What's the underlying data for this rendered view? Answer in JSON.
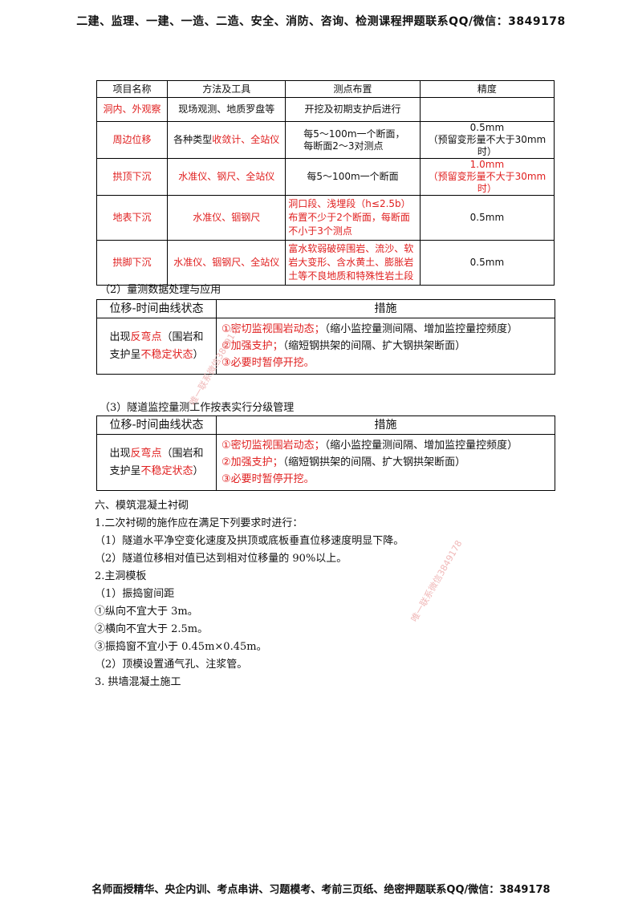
{
  "header": "二建、监理、一建、一造、二造、安全、消防、咨询、检测课程押题联系QQ/微信：3849178",
  "footer": "名师面授精华、央企内训、考点串讲、习题模考、考前三页纸、绝密押题联系QQ/微信：3849178",
  "table1": {
    "headers": [
      "项目名称",
      "方法及工具",
      "测点布置",
      "精度"
    ],
    "rows": [
      {
        "name": "洞内、外观察",
        "tool": "现场观测、地质罗盘等",
        "point": "开挖及初期支护后进行",
        "precision": "",
        "precision2": ""
      },
      {
        "name": "周边位移",
        "tool_a": "各种类型",
        "tool_b": "收敛计、全站仪",
        "point": "每5～100m一个断面，",
        "point2": "每断面2～3对测点",
        "precision": "0.5mm",
        "precision2": "（预留变形量不大于30mm时）"
      },
      {
        "name": "拱顶下沉",
        "tool": "水准仪、钢尺、全站仪",
        "point": "每5～100m一个断面",
        "precision": "1.0mm",
        "precision2": "（预留变形量不大于30mm时）"
      },
      {
        "name": "地表下沉",
        "tool": "水准仪、铟钢尺",
        "point": "洞口段、浅埋段（h≤2.5b）布置不少于2个断面，每断面不小于3个测点",
        "precision": "0.5mm"
      },
      {
        "name": "拱脚下沉",
        "tool": "水准仪、铟钢尺、全站仪",
        "point": "富水软弱破碎围岩、流沙、软岩大变形、含水黄土、膨胀岩土等不良地质和特殊性岩土段",
        "precision": "0.5mm"
      }
    ]
  },
  "sec2": "（2）量测数据处理与应用",
  "sec3": "（3）隧道监控量测工作按表实行分级管理",
  "mtable": {
    "h1": "位移-时间曲线状态",
    "h2": "措施",
    "state_a": "出现",
    "state_b": "反弯点",
    "state_c": "（围岩和",
    "state_d": "支护呈",
    "state_e": "不稳定状态",
    "state_f": "）",
    "m1_a": "①密切监视围岩动态；",
    "m1_b": "（缩小监控量测间隔、增加监控量控频度）",
    "m2_a": "②加强支护；",
    "m2_b": "（缩短钢拱架的间隔、扩大钢拱架断面）",
    "m3": "③必要时暂停开挖。"
  },
  "body": [
    "六、模筑混凝土衬砌",
    "1.二次衬砌的施作应在满足下列要求时进行：",
    "（1）隧道水平净空变化速度及拱顶或底板垂直位移速度明显下降。",
    "（2）隧道位移相对值已达到相对位移量的 90%以上。",
    "2.主洞模板",
    "（1）振捣窗间距",
    "①纵向不宜大于 3m。",
    "②横向不宜大于 2.5m。",
    "③振捣窗不宜小于 0.45m×0.45m。",
    "（2）顶模设置通气孔、注浆管。",
    "3. 拱墙混凝土施工"
  ],
  "watermark1": "唯一联系微信3849178",
  "watermark2": "唯一联系微信3849178"
}
